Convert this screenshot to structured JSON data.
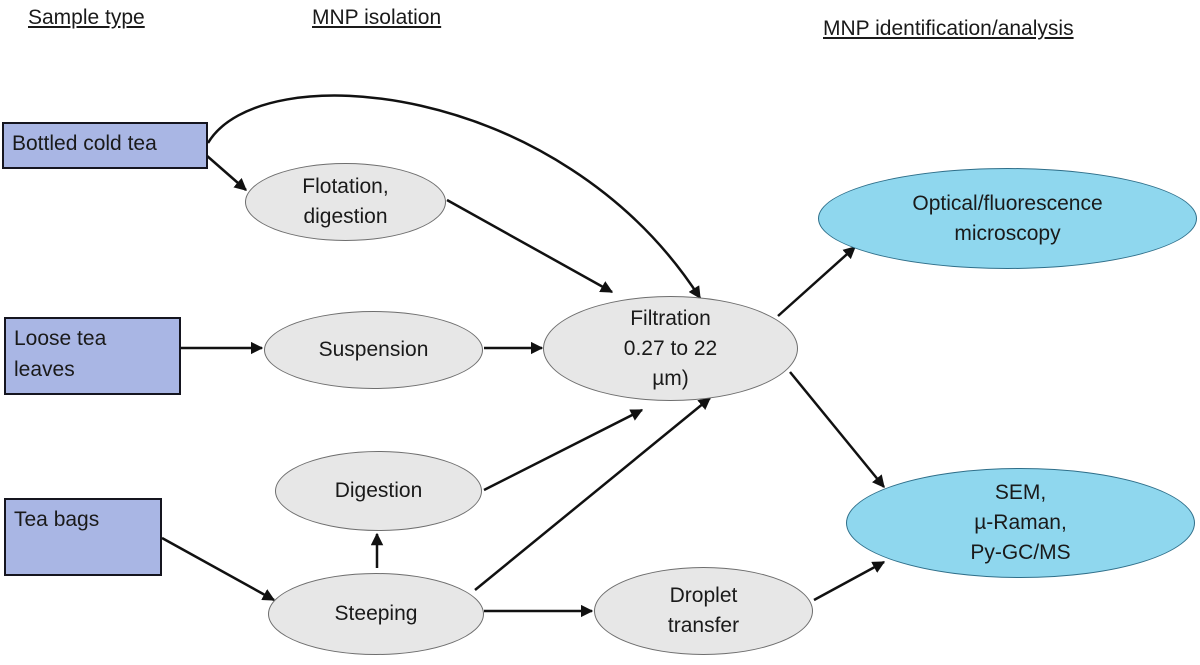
{
  "headers": {
    "sample_type": "Sample type",
    "isolation": "MNP isolation",
    "analysis": "MNP identification/analysis"
  },
  "samples": {
    "bottled": [
      "Bottled cold tea"
    ],
    "loose": [
      "Loose tea",
      "leaves"
    ],
    "bags": [
      "Tea bags"
    ]
  },
  "isolation": {
    "flotation": [
      "Flotation,",
      "digestion"
    ],
    "suspension": [
      "Suspension"
    ],
    "digestion": [
      "Digestion"
    ],
    "steeping": [
      "Steeping"
    ],
    "droplet": [
      "Droplet",
      "transfer"
    ],
    "filtration": [
      "Filtration",
      "0.27 to 22",
      "µm)"
    ]
  },
  "analysis": {
    "optical": [
      "Optical/fluorescence",
      "microscopy"
    ],
    "sem": [
      "SEM,",
      "µ-Raman,",
      "Py-GC/MS"
    ]
  }
}
